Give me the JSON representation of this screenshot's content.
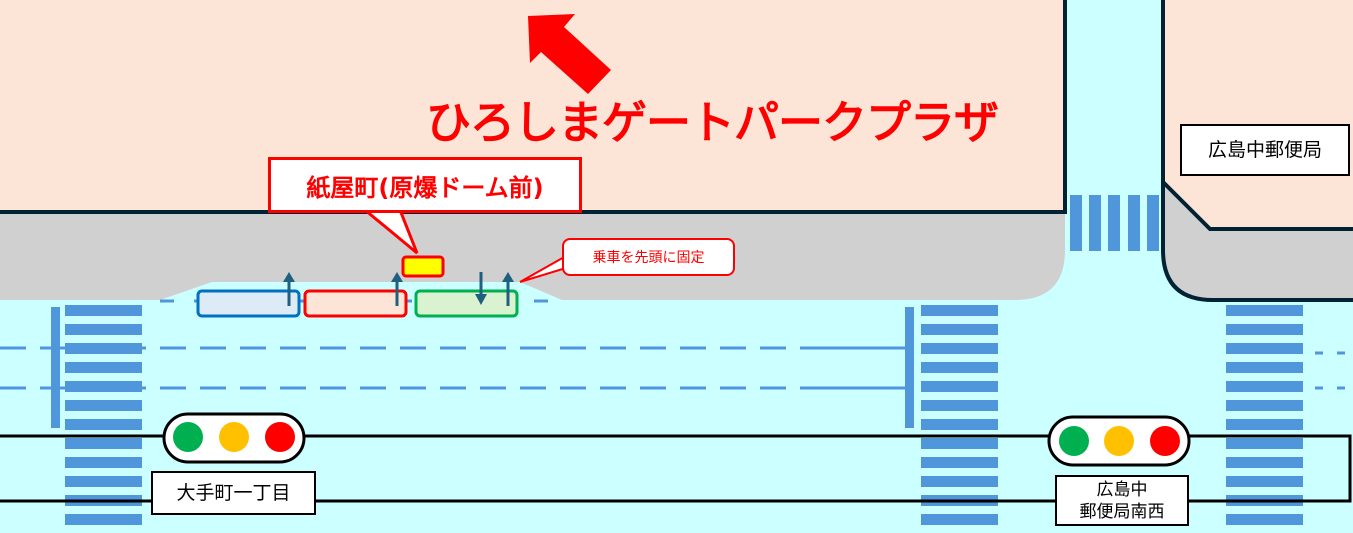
{
  "destination": {
    "label": "ひろしまゲートパークプラザ",
    "direction_icon": "arrow-up-left-icon"
  },
  "tram_stop": {
    "label": "紙屋町(原爆ドーム前)"
  },
  "boarding_note": {
    "label": "乗車を先頭に固定"
  },
  "landmarks": {
    "post_office": "広島中郵便局"
  },
  "intersections": [
    {
      "label": "大手町一丁目"
    },
    {
      "label_line1": "広島中",
      "label_line2": "郵便局南西"
    }
  ],
  "colors": {
    "building": "#FCE4D6",
    "road": "#CCFFFF",
    "sidewalk": "#D0D0D0",
    "crosswalk": "#5096DA",
    "accent": "#FF0000",
    "car1": "#0070C0",
    "car2": "#FF0000",
    "car3": "#00B050"
  }
}
